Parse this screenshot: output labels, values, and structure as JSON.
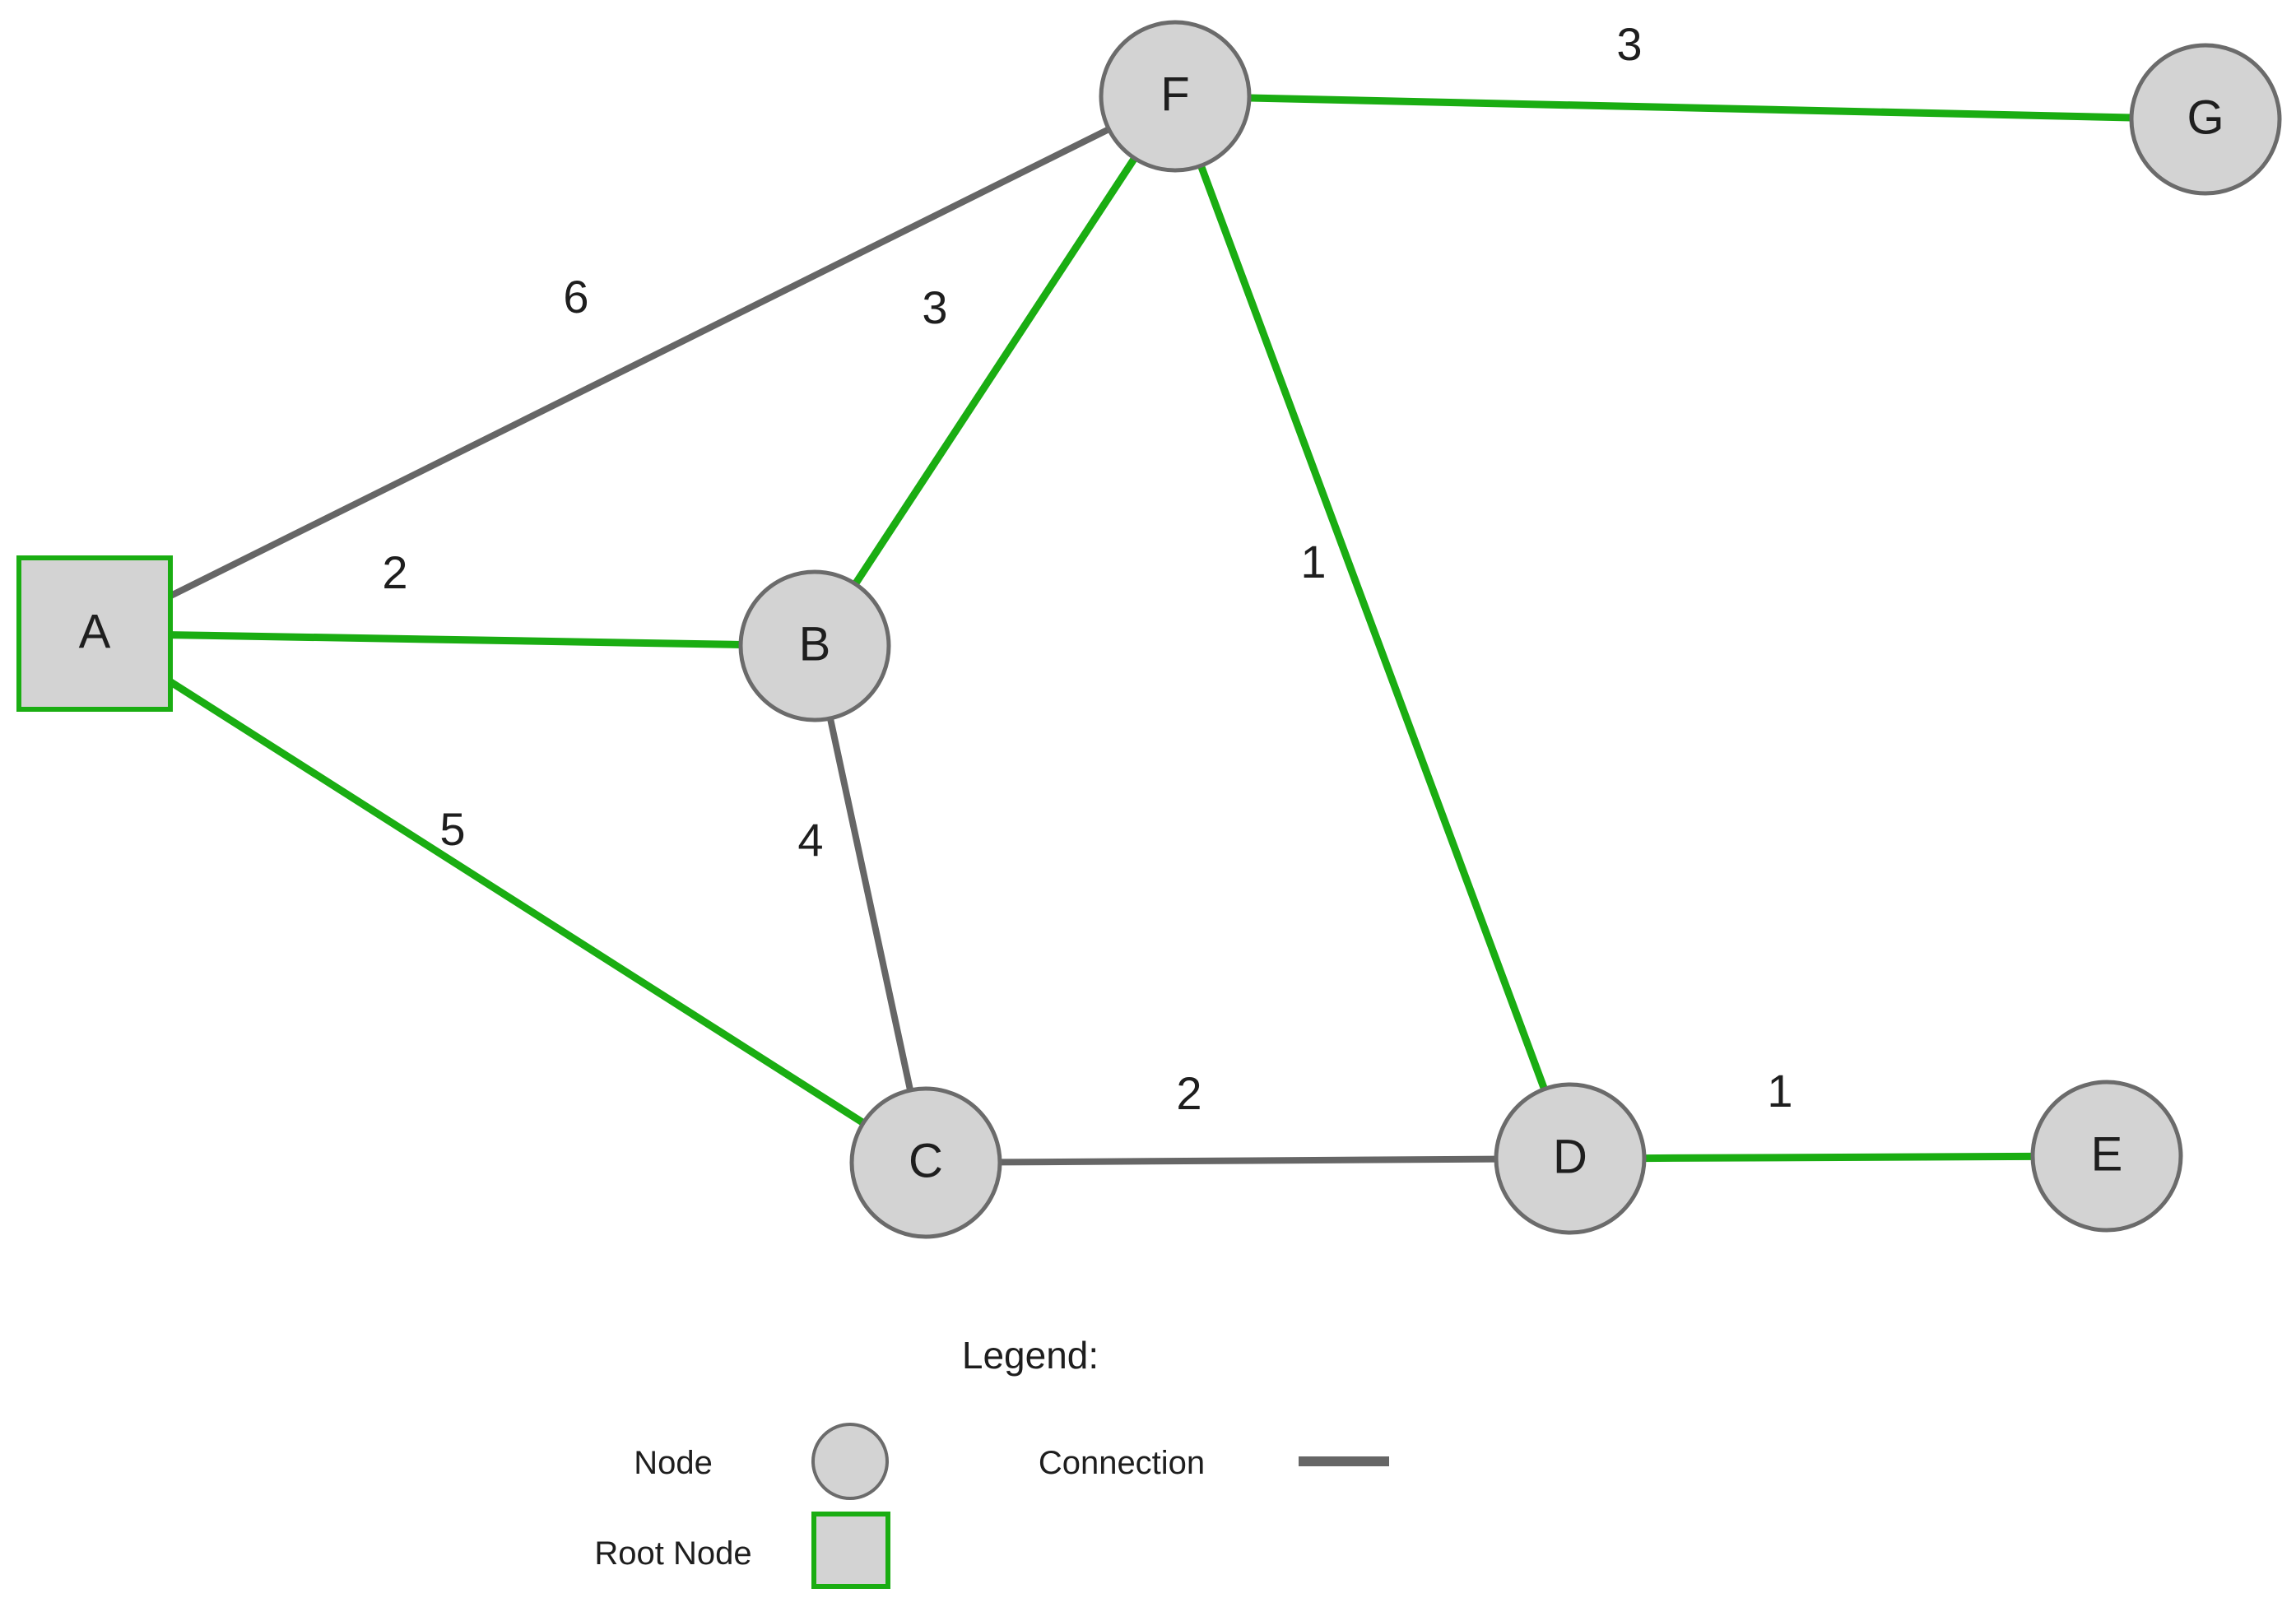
{
  "colors": {
    "tree_edge": "#1aad12",
    "connection_edge": "#666666",
    "node_fill": "#d3d3d3",
    "node_stroke": "#6b6b6b",
    "root_stroke": "#1aad12",
    "text": "#1e1e1e"
  },
  "nodes": [
    {
      "id": "A",
      "label": "A",
      "root": true
    },
    {
      "id": "B",
      "label": "B",
      "root": false
    },
    {
      "id": "C",
      "label": "C",
      "root": false
    },
    {
      "id": "D",
      "label": "D",
      "root": false
    },
    {
      "id": "E",
      "label": "E",
      "root": false
    },
    {
      "id": "F",
      "label": "F",
      "root": false
    },
    {
      "id": "G",
      "label": "G",
      "root": false
    }
  ],
  "edges": [
    {
      "from": "A",
      "to": "F",
      "weight": "6",
      "in_tree": false
    },
    {
      "from": "A",
      "to": "B",
      "weight": "2",
      "in_tree": true
    },
    {
      "from": "A",
      "to": "C",
      "weight": "5",
      "in_tree": true
    },
    {
      "from": "B",
      "to": "F",
      "weight": "3",
      "in_tree": true
    },
    {
      "from": "B",
      "to": "C",
      "weight": "4",
      "in_tree": false
    },
    {
      "from": "F",
      "to": "G",
      "weight": "3",
      "in_tree": true
    },
    {
      "from": "F",
      "to": "D",
      "weight": "1",
      "in_tree": true
    },
    {
      "from": "C",
      "to": "D",
      "weight": "2",
      "in_tree": false
    },
    {
      "from": "D",
      "to": "E",
      "weight": "1",
      "in_tree": true
    }
  ],
  "legend": {
    "title": "Legend:",
    "node_label": "Node",
    "root_label": "Root Node",
    "connection_label": "Connection"
  }
}
